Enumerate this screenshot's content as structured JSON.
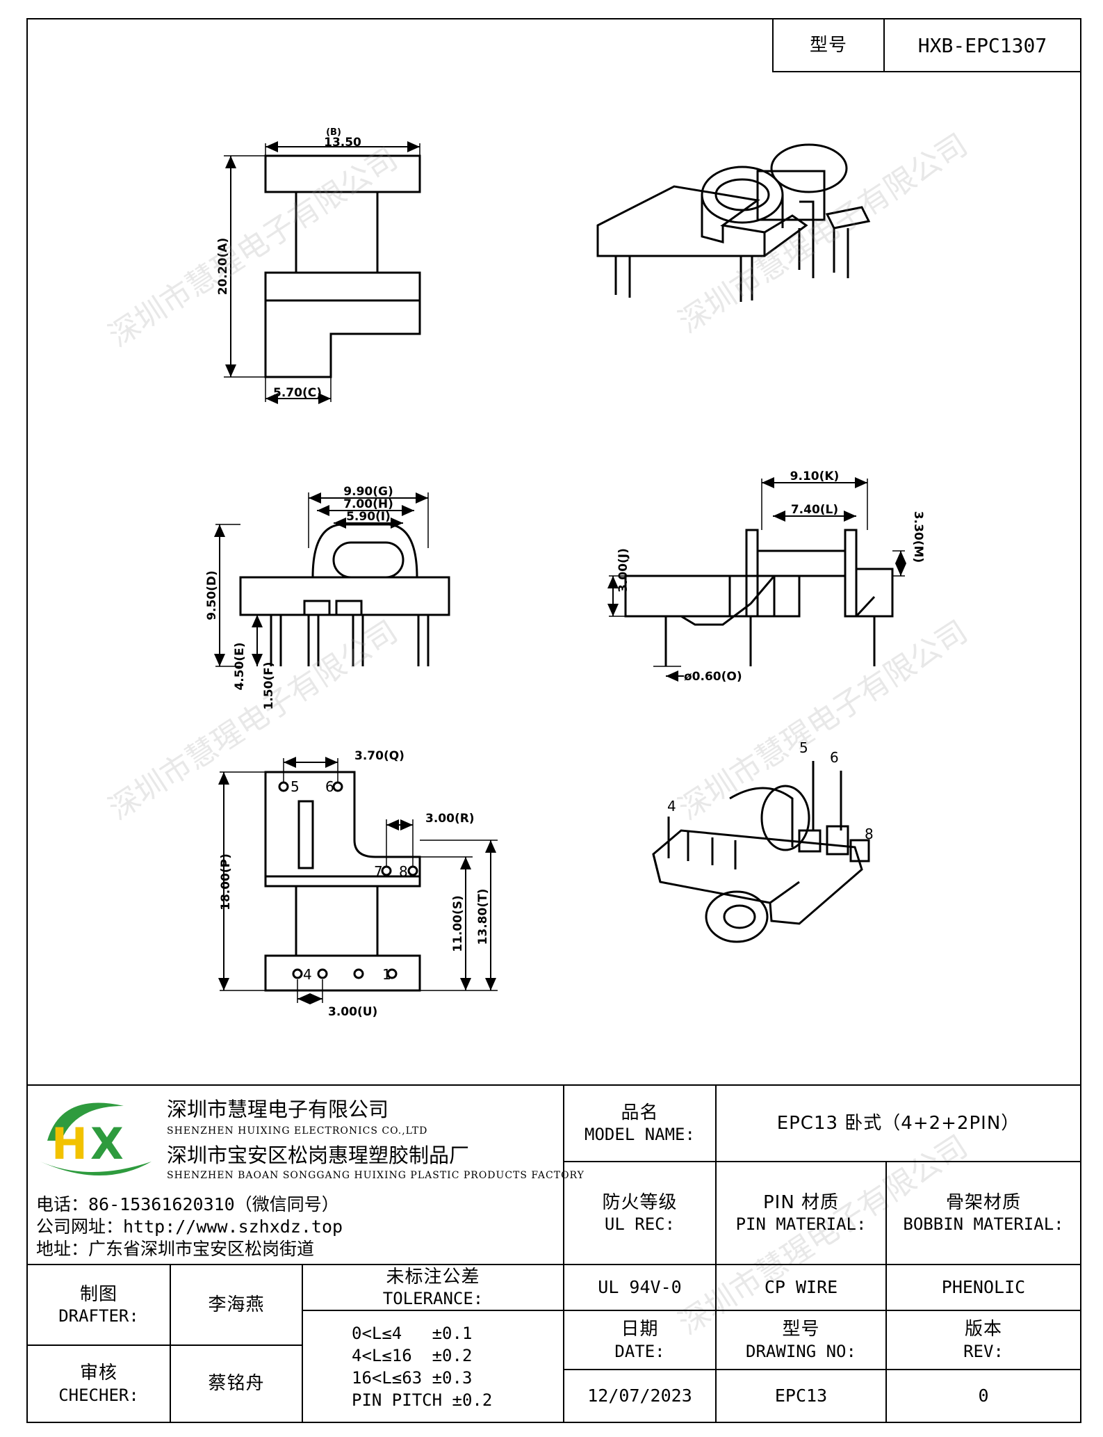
{
  "header": {
    "model_label": "型号",
    "model_value": "HXB-EPC1307"
  },
  "dimensions": {
    "B": "13.50",
    "B_tag": "(B)",
    "A": "20.20(A)",
    "C": "5.70(C)",
    "G": "9.90(G)",
    "H": "7.00(H)",
    "I": "5.90(I)",
    "D": "9.50(D)",
    "E": "4.50(E)",
    "F": "1.50(F)",
    "K": "9.10(K)",
    "L": "7.40(L)",
    "M": "3.30(M)",
    "J": "3.00(J)",
    "pin_dia": "ø0.60(O)",
    "Q": "3.70(Q)",
    "R": "3.00(R)",
    "P": "18.00(P)",
    "S": "11.00(S)",
    "T": "13.80(T)",
    "U": "3.00(U)"
  },
  "pin_labels": {
    "p1": "1",
    "p4": "4",
    "p5": "5",
    "p6": "6",
    "p7": "7",
    "p8": "8"
  },
  "watermark_text": "深圳市慧瑆电子有限公司",
  "company": {
    "name_cn_1": "深圳市慧瑆电子有限公司",
    "name_en_1": "SHENZHEN HUIXING ELECTRONICS CO.,LTD",
    "name_cn_2": "深圳市宝安区松岗惠瑆塑胶制品厂",
    "name_en_2": "SHENZHEN BAOAN SONGGANG HUIXING PLASTIC PRODUCTS FACTORY",
    "phone": "电话：86-15361620310（微信同号）",
    "website": "公司网址：http://www.szhxdz.top",
    "address": "地址：广东省深圳市宝安区松岗街道",
    "logo_letters": "HX",
    "logo_green": "#2e9b3e",
    "logo_yellow": "#f2c200"
  },
  "title_block": {
    "model_name_cn": "品名",
    "model_name_en": "MODEL NAME:",
    "model_name_value": "EPC13 卧式（4+2+2PIN）",
    "ul_rec_cn": "防火等级",
    "ul_rec_en": "UL REC:",
    "pin_material_cn": "PIN 材质",
    "pin_material_en": "PIN MATERIAL:",
    "bobbin_material_cn": "骨架材质",
    "bobbin_material_en": "BOBBIN MATERIAL:",
    "ul_rec_value": "UL 94V-0",
    "pin_material_value": "CP WIRE",
    "bobbin_material_value": "PHENOLIC",
    "drafter_cn": "制图",
    "drafter_en": "DRAFTER:",
    "drafter_value": "李海燕",
    "checker_cn": "审核",
    "checker_en": "CHECHER:",
    "checker_value": "蔡铭舟",
    "tolerance_cn": "未标注公差",
    "tolerance_en": "TOLERANCE:",
    "tolerance_lines": [
      "0<L≤4   ±0.1",
      "4<L≤16  ±0.2",
      "16<L≤63 ±0.3",
      "PIN PITCH ±0.2"
    ],
    "date_cn": "日期",
    "date_en": "DATE:",
    "date_value": "12/07/2023",
    "drawing_no_cn": "型号",
    "drawing_no_en": "DRAWING NO:",
    "drawing_no_value": "EPC13",
    "rev_cn": "版本",
    "rev_en": "REV:",
    "rev_value": "0"
  }
}
